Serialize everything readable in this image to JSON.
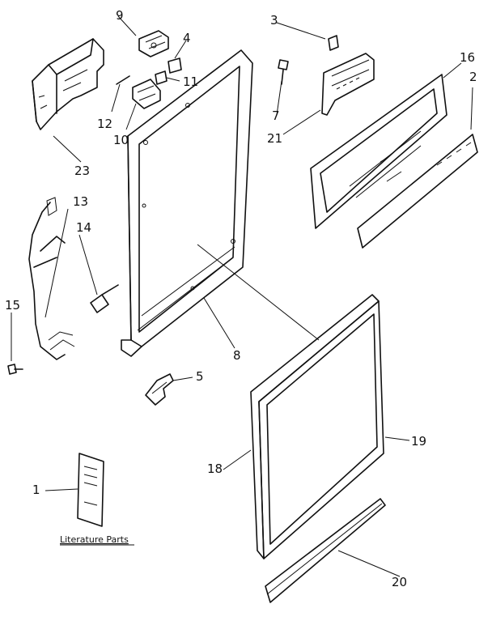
{
  "callouts": {
    "c1": "1",
    "c2": "2",
    "c3": "3",
    "c4": "4",
    "c5": "5",
    "c7": "7",
    "c8": "8",
    "c9": "9",
    "c10": "10",
    "c11": "11",
    "c12": "12",
    "c13": "13",
    "c14": "14",
    "c15": "15",
    "c16": "16",
    "c18": "18",
    "c19": "19",
    "c20": "20",
    "c21": "21",
    "c23": "23"
  },
  "literature_label": "Literature Parts"
}
